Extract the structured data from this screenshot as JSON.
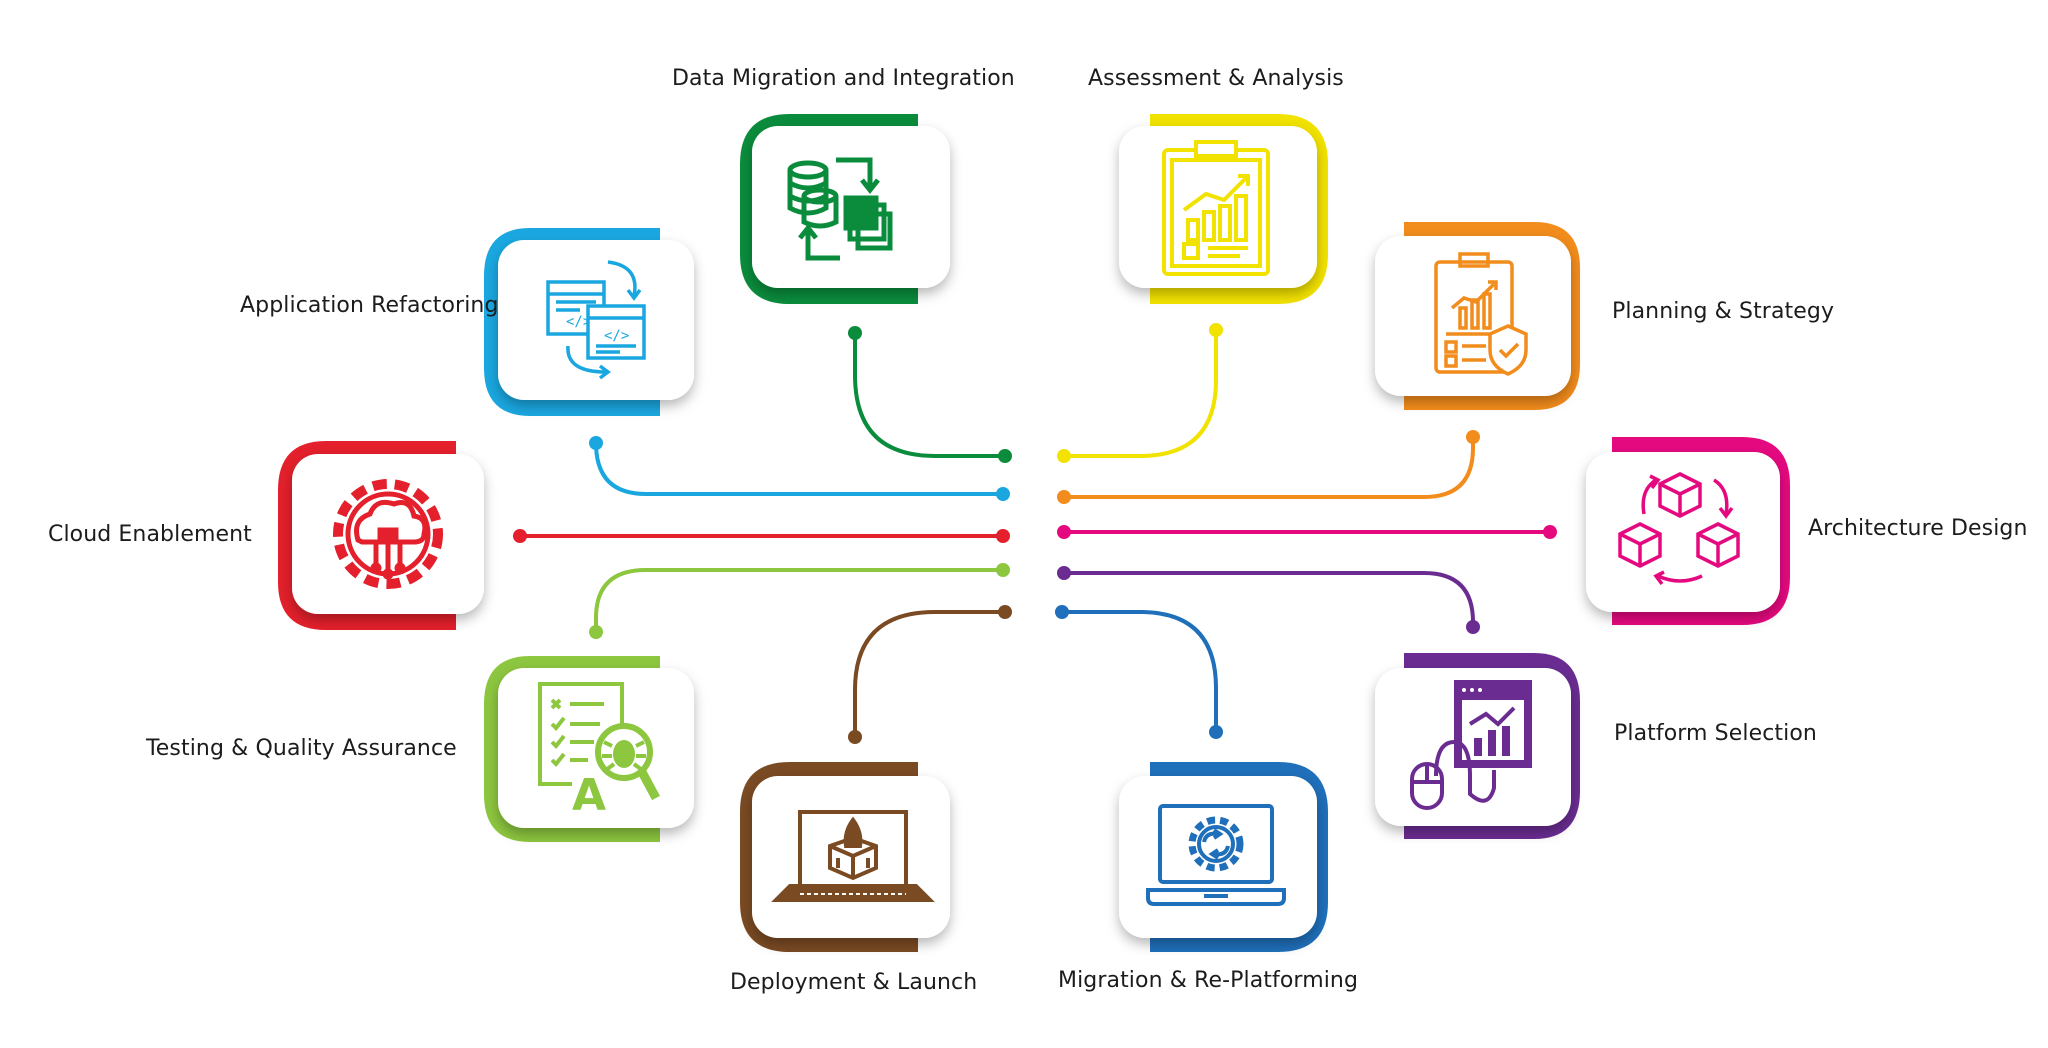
{
  "diagram": {
    "center_colors": {
      "data_migration": "#0a8c3c",
      "assessment": "#f2e200",
      "app_refactoring": "#1aa7e0",
      "planning": "#f28c1c",
      "cloud_enablement": "#e3202b",
      "architecture": "#e5097f",
      "testing": "#8dc63f",
      "platform_selection": "#6a2c91",
      "deployment": "#7a4a23",
      "migration_replatforming": "#1f6fba"
    },
    "nodes": [
      {
        "id": "data_migration",
        "label": "Data Migration and Integration",
        "icon": "database-transfer-icon",
        "color": "#0a8c3c"
      },
      {
        "id": "assessment",
        "label": "Assessment &  Analysis",
        "icon": "clipboard-chart-icon",
        "color": "#f2e200"
      },
      {
        "id": "app_refactoring",
        "label": "Application Refactoring",
        "icon": "code-windows-cycle-icon",
        "color": "#1aa7e0"
      },
      {
        "id": "planning",
        "label": "Planning & Strategy",
        "icon": "clipboard-shield-icon",
        "color": "#f28c1c"
      },
      {
        "id": "cloud_enablement",
        "label": "Cloud Enablement",
        "icon": "cloud-gear-icon",
        "color": "#e3202b"
      },
      {
        "id": "architecture",
        "label": "Architecture Design",
        "icon": "cubes-cycle-icon",
        "color": "#e5097f"
      },
      {
        "id": "testing",
        "label": "Testing & Quality Assurance",
        "icon": "checklist-bug-icon",
        "color": "#8dc63f"
      },
      {
        "id": "platform_selection",
        "label": "Platform Selection",
        "icon": "mouse-dashboard-icon",
        "color": "#6a2c91"
      },
      {
        "id": "deployment",
        "label": "Deployment & Launch",
        "icon": "laptop-rocket-icon",
        "color": "#7a4a23"
      },
      {
        "id": "migration_replatforming",
        "label": "Migration & Re-Platforming",
        "icon": "laptop-sync-gear-icon",
        "color": "#1f6fba"
      }
    ]
  }
}
